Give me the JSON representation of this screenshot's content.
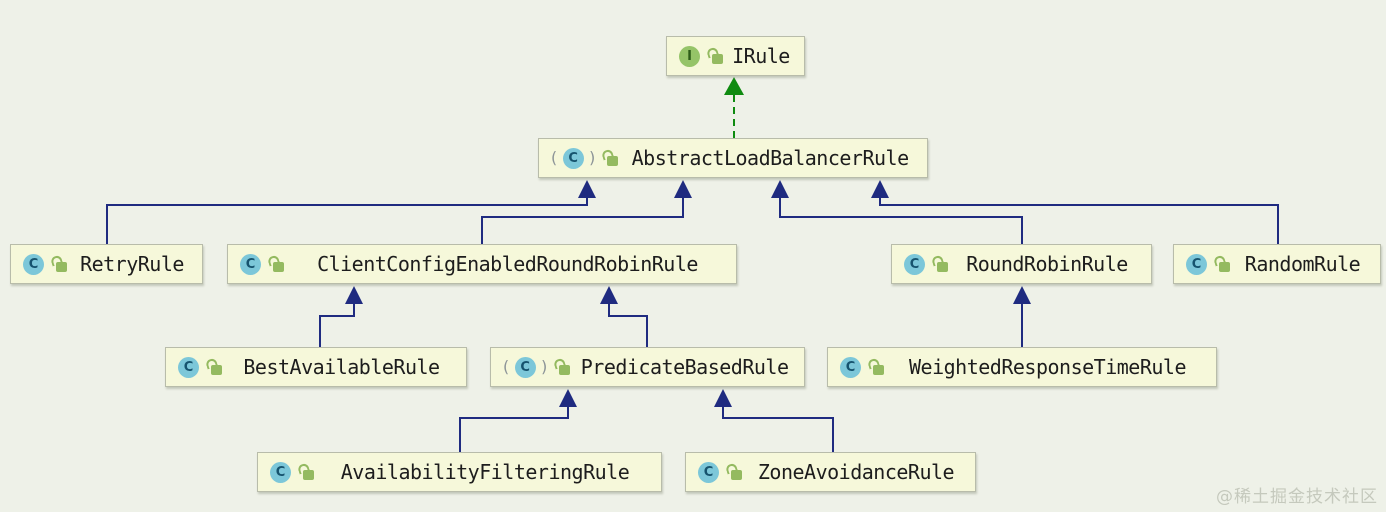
{
  "diagram": {
    "kind": "uml-class-hierarchy",
    "watermark": "@稀土掘金技术社区",
    "icons": {
      "class_letter": "C",
      "interface_letter": "I",
      "paren_open": "(",
      "paren_close": ")",
      "lock": "open-padlock-public"
    },
    "colors": {
      "background": "#eef1e8",
      "node_fill": "#f6f8da",
      "node_border": "#b8bcaa",
      "node_text": "#1d1d1d",
      "extends_arrow": "#1f2b80",
      "implements_arrow": "#0f8b10",
      "class_icon_bg": "#7cc7d9",
      "class_icon_letter": "#16536e",
      "interface_icon_bg": "#95c468",
      "interface_icon_letter": "#2c5c17",
      "lock_icon": "#94ba60",
      "paren": "#8d9598",
      "watermark": "#c5c9bd"
    },
    "nodes": [
      {
        "label": "IRule",
        "stereotype": "interface",
        "visibility": "public"
      },
      {
        "label": "AbstractLoadBalancerRule",
        "stereotype": "abstract-class",
        "visibility": "public"
      },
      {
        "label": "RetryRule",
        "stereotype": "class",
        "visibility": "public"
      },
      {
        "label": "ClientConfigEnabledRoundRobinRule",
        "stereotype": "class",
        "visibility": "public"
      },
      {
        "label": "RoundRobinRule",
        "stereotype": "class",
        "visibility": "public"
      },
      {
        "label": "RandomRule",
        "stereotype": "class",
        "visibility": "public"
      },
      {
        "label": "BestAvailableRule",
        "stereotype": "class",
        "visibility": "public"
      },
      {
        "label": "PredicateBasedRule",
        "stereotype": "abstract-class",
        "visibility": "public"
      },
      {
        "label": "WeightedResponseTimeRule",
        "stereotype": "class",
        "visibility": "public"
      },
      {
        "label": "AvailabilityFilteringRule",
        "stereotype": "class",
        "visibility": "public"
      },
      {
        "label": "ZoneAvoidanceRule",
        "stereotype": "class",
        "visibility": "public"
      }
    ],
    "edges": [
      {
        "from": "AbstractLoadBalancerRule",
        "to": "IRule",
        "type": "implements"
      },
      {
        "from": "RetryRule",
        "to": "AbstractLoadBalancerRule",
        "type": "extends"
      },
      {
        "from": "ClientConfigEnabledRoundRobinRule",
        "to": "AbstractLoadBalancerRule",
        "type": "extends"
      },
      {
        "from": "RoundRobinRule",
        "to": "AbstractLoadBalancerRule",
        "type": "extends"
      },
      {
        "from": "RandomRule",
        "to": "AbstractLoadBalancerRule",
        "type": "extends"
      },
      {
        "from": "BestAvailableRule",
        "to": "ClientConfigEnabledRoundRobinRule",
        "type": "extends"
      },
      {
        "from": "PredicateBasedRule",
        "to": "ClientConfigEnabledRoundRobinRule",
        "type": "extends"
      },
      {
        "from": "WeightedResponseTimeRule",
        "to": "RoundRobinRule",
        "type": "extends"
      },
      {
        "from": "AvailabilityFilteringRule",
        "to": "PredicateBasedRule",
        "type": "extends"
      },
      {
        "from": "ZoneAvoidanceRule",
        "to": "PredicateBasedRule",
        "type": "extends"
      }
    ]
  }
}
